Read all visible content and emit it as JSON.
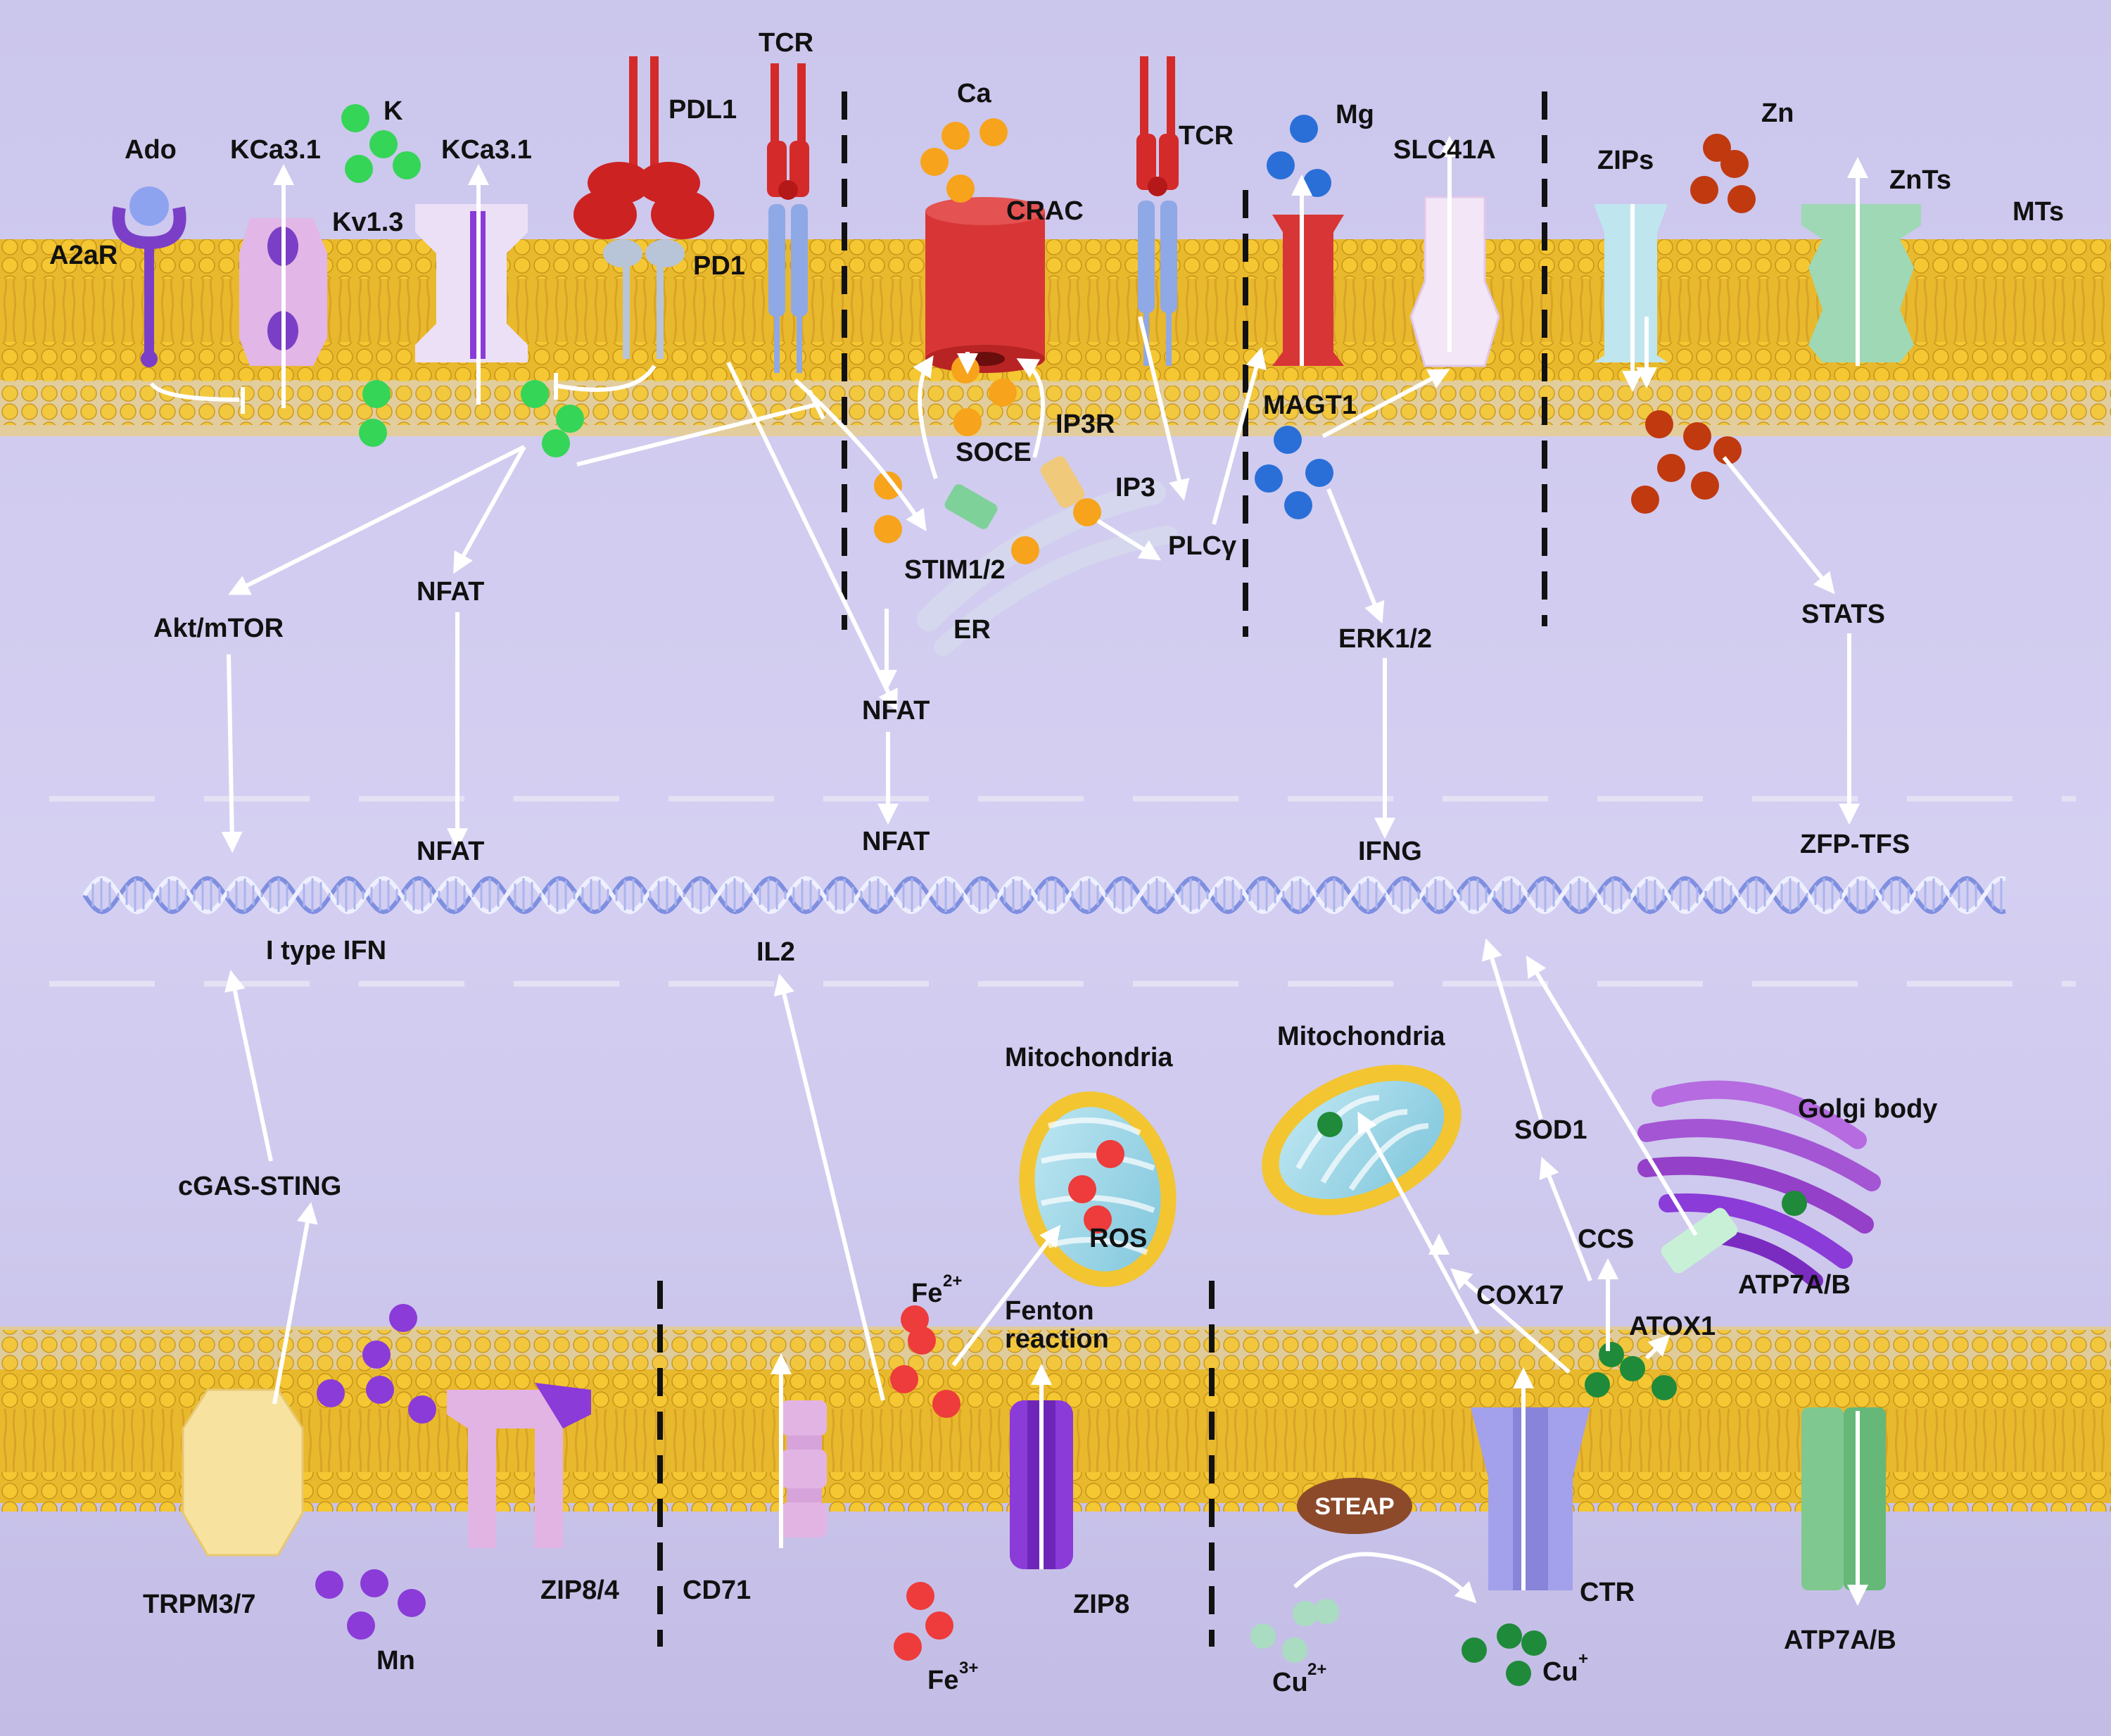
{
  "top": {
    "labels": {
      "ado": "Ado",
      "a2ar": "A2aR",
      "kca31_a": "KCa3.1",
      "kca31_b": "KCa3.1",
      "k": "K",
      "kv13": "Kv1.3",
      "pdl1": "PDL1",
      "pd1": "PD1",
      "tcr_a": "TCR",
      "ca": "Ca",
      "crac": "CRAC",
      "soce": "SOCE",
      "ip3r": "IP3R",
      "ip3": "IP3",
      "stim": "STIM1/2",
      "er": "ER",
      "tcr_b": "TCR",
      "plcg": "PLCγ",
      "mg": "Mg",
      "slc41a": "SLC41A",
      "magt1": "MAGT1",
      "zips": "ZIPs",
      "zn": "Zn",
      "znts": "ZnTs",
      "mts": "MTs",
      "akt": "Akt/mTOR",
      "nfat_a": "NFAT",
      "nfat_b": "NFAT",
      "erk": "ERK1/2",
      "stats": "STATS"
    }
  },
  "nucleus": {
    "labels": {
      "nfat_c": "NFAT",
      "nfat_d": "NFAT",
      "ifng": "IFNG",
      "zfp": "ZFP-TFS",
      "ifn": "I type IFN",
      "il2": "IL2"
    }
  },
  "bottom": {
    "labels": {
      "mito_a": "Mitochondria",
      "mito_b": "Mitochondria",
      "ros": "ROS",
      "golgi": "Golgi body",
      "sod1": "SOD1",
      "ccs": "CCS",
      "cox17": "COX17",
      "atox1": "ATOX1",
      "atp7_a": "ATP7A/B",
      "cgas": "cGAS-STING",
      "fe2": "Fe",
      "fe2_sup": "2+",
      "fenton_1": "Fenton",
      "fenton_2": "reaction",
      "trpm": "TRPM3/7",
      "mn": "Mn",
      "zip84": "ZIP8/4",
      "cd71": "CD71",
      "fe3": "Fe",
      "fe3_sup": "3+",
      "zip8": "ZIP8",
      "steap": "STEAP",
      "cu2": "Cu",
      "cu2_sup": "2+",
      "cu1": "Cu",
      "cu1_sup": "+",
      "ctr": "CTR",
      "atp7_b": "ATP7A/B"
    }
  },
  "colors": {
    "membrane": "#f2c230",
    "membrane_dark": "#c9901a",
    "background": "#c7c3e9",
    "k_ion": "#35d558",
    "ca_ion": "#f7a31c",
    "mg_ion": "#2a6fd8",
    "zn_ion": "#c0390f",
    "mn_ion": "#8a3bd8",
    "fe_ion": "#ee3b3b",
    "cu_ion": "#1f8a3a",
    "cu2_ion": "#a9dcc0"
  }
}
